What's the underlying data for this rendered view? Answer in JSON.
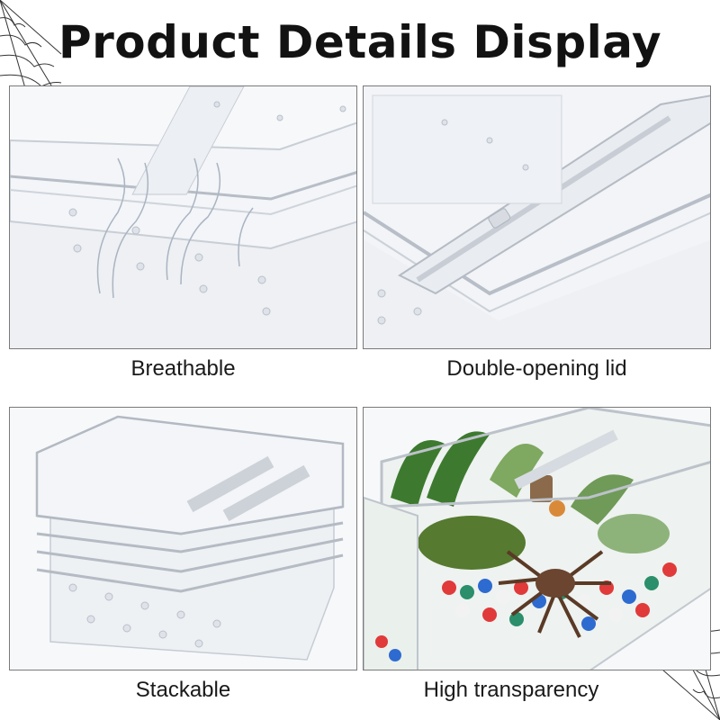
{
  "title": "Product Details Display",
  "panels": [
    {
      "caption": "Breathable"
    },
    {
      "caption": "Double-opening lid"
    },
    {
      "caption": "Stackable"
    },
    {
      "caption": "High transparency"
    }
  ]
}
